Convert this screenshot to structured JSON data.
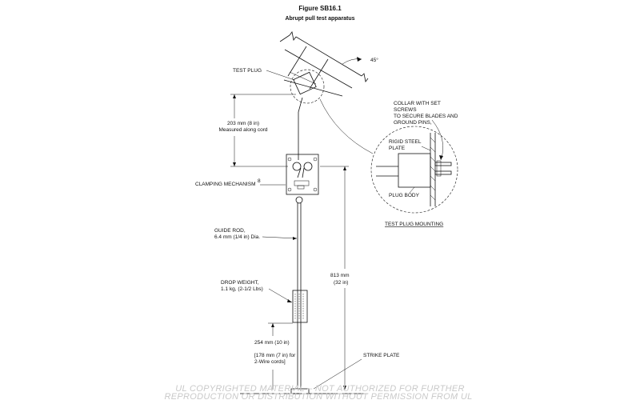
{
  "header": {
    "figure_number": "Figure SB16.1",
    "title": "Abrupt pull test apparatus"
  },
  "labels": {
    "angle": "45°",
    "test_plug": "TEST PLUG",
    "cord_length_1": "203 mm (8 in)",
    "cord_length_2": "Measured along cord",
    "clamping": "CLAMPING MECHANISM",
    "clamping_note": "8",
    "guide_rod_1": "GUIDE ROD,",
    "guide_rod_2": "6.4 mm (1/4 in) Dia.",
    "drop_weight_1": "DROP WEIGHT,",
    "drop_weight_2": "1.1 kg, (2-1/2 Lbs)",
    "height_1": "813 mm",
    "height_2": "(32 in)",
    "drop_1": "254 mm (10 in)",
    "drop_2": "[178 mm (7 in) for",
    "drop_3": "2-Wire cords]",
    "strike_plate": "STRIKE PLATE",
    "collar_1": "COLLAR WITH SET",
    "collar_2": "SCREWS",
    "collar_3": "TO SECURE BLADES AND",
    "collar_4": "GROUND PINS,",
    "rigid_1": "RIGID STEEL",
    "rigid_2": "PLATE",
    "plug_body": "PLUG BODY",
    "detail_title": "TEST PLUG MOUNTING"
  },
  "watermark": {
    "line1": "UL COPYRIGHTED MATERIAL – NOT AUTHORIZED FOR FURTHER",
    "line2": "REPRODUCTION OR DISTRIBUTION WITHOUT PERMISSION FROM UL"
  }
}
